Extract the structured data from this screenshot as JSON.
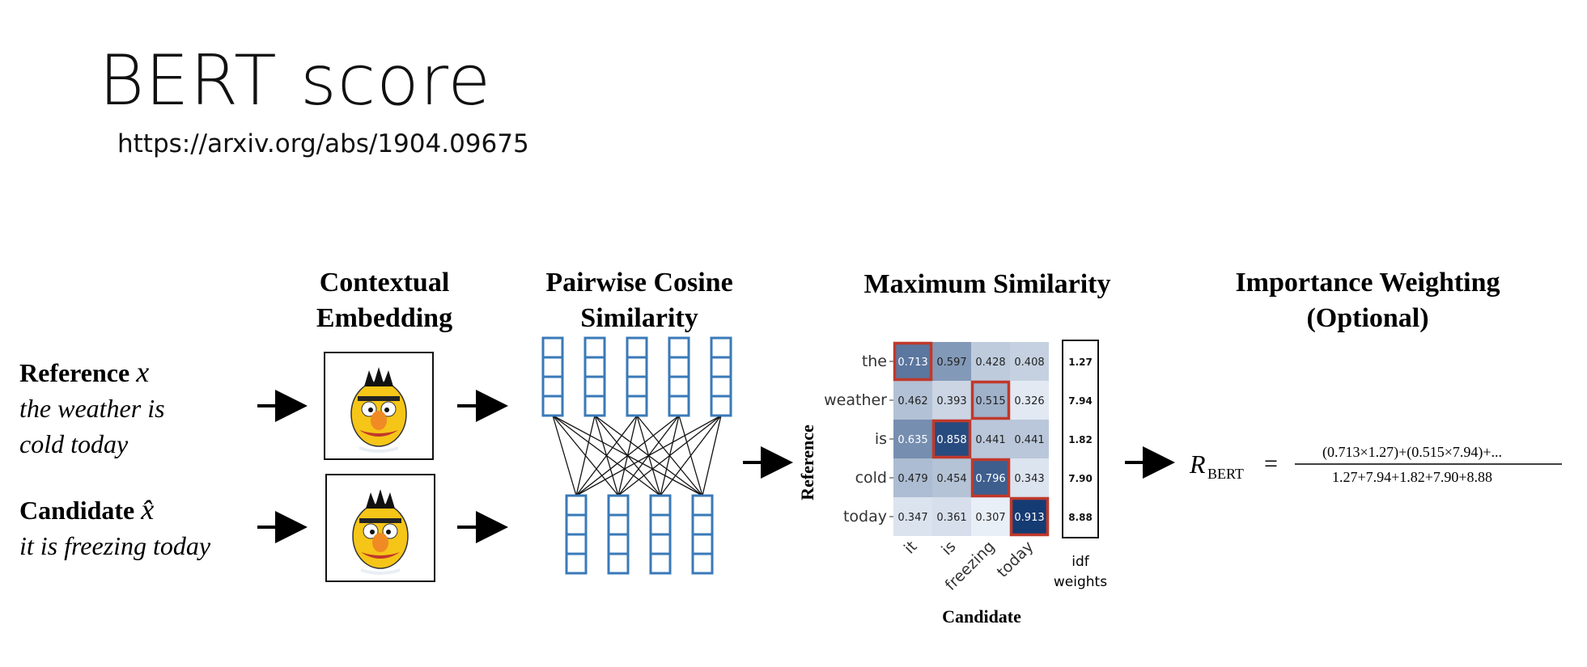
{
  "slide": {
    "title": "BERT score",
    "link": "https://arxiv.org/abs/1904.09675"
  },
  "sections": {
    "contextual": "Contextual\nEmbedding",
    "pairwise": "Pairwise Cosine\nSimilarity",
    "maximum": "Maximum Similarity",
    "importance": "Importance Weighting\n(Optional)"
  },
  "inputs": {
    "reference_label": "Reference",
    "reference_symbol": "x",
    "reference_text_1": "the weather is",
    "reference_text_2": "cold today",
    "candidate_label": "Candidate",
    "candidate_symbol": "x̂",
    "candidate_text": "it is freezing today"
  },
  "heatmap": {
    "row_labels": [
      "the",
      "weather",
      "is",
      "cold",
      "today"
    ],
    "col_labels": [
      "it",
      "is",
      "freezing",
      "today"
    ],
    "values": [
      [
        0.713,
        0.597,
        0.428,
        0.408
      ],
      [
        0.462,
        0.393,
        0.515,
        0.326
      ],
      [
        0.635,
        0.858,
        0.441,
        0.441
      ],
      [
        0.479,
        0.454,
        0.796,
        0.343
      ],
      [
        0.347,
        0.361,
        0.307,
        0.913
      ]
    ],
    "max_cells": [
      [
        0,
        0
      ],
      [
        1,
        2
      ],
      [
        2,
        1
      ],
      [
        3,
        2
      ],
      [
        4,
        3
      ]
    ],
    "idf_weights": [
      "1.27",
      "7.94",
      "1.82",
      "7.90",
      "8.88"
    ],
    "idf_label_1": "idf",
    "idf_label_2": "weights",
    "y_axis_label": "Reference",
    "x_axis_label": "Candidate",
    "highlight_color": "#c0392b"
  },
  "formula": {
    "lhs_main": "R",
    "lhs_sub": "BERT",
    "equals": "=",
    "numerator": "(0.713×1.27)+(0.515×7.94)+...",
    "denominator": "1.27+7.94+1.82+7.90+8.88"
  },
  "colors": {
    "token_box": "#3a7ab8",
    "heat_low": "#f2f7fd",
    "heat_high": "#08306b",
    "bert_face": "#f5c518",
    "bert_nose": "#f08a24"
  }
}
